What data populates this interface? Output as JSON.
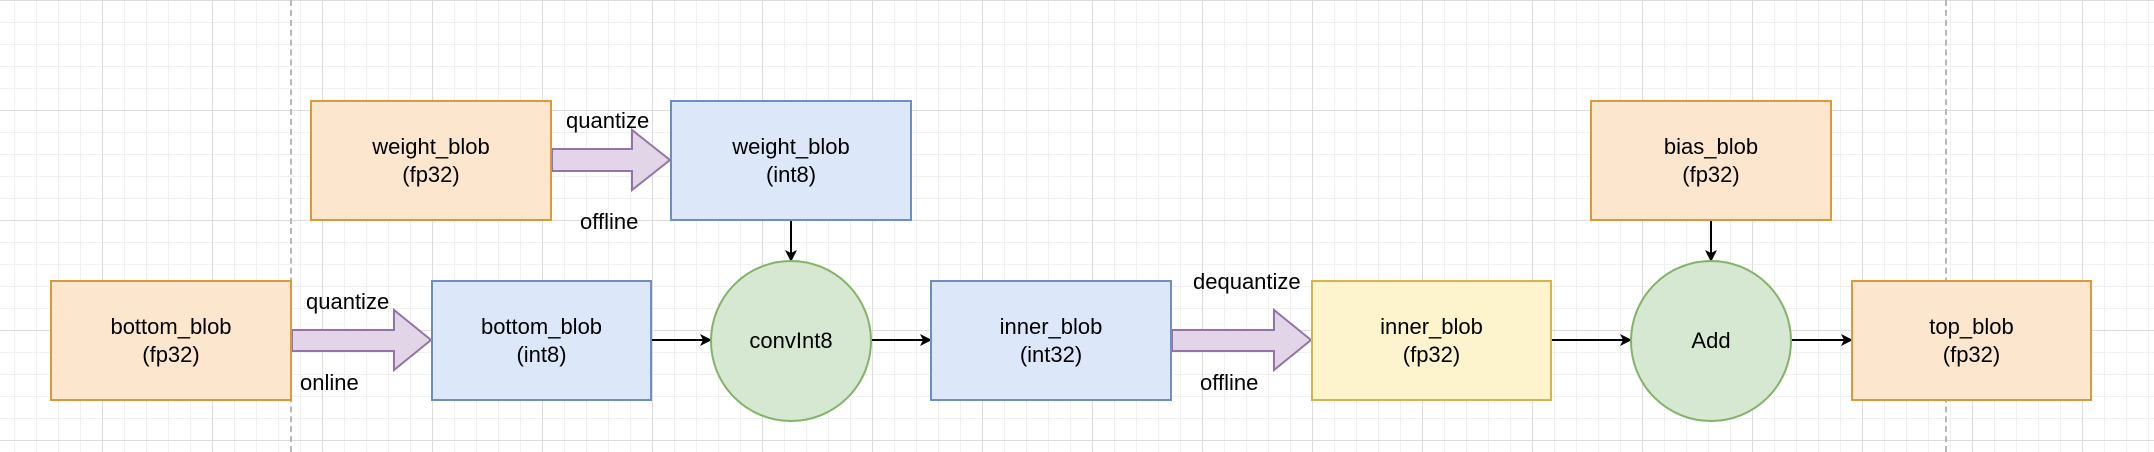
{
  "nodes": {
    "weight_fp32": {
      "name": "weight_blob",
      "type": "(fp32)"
    },
    "weight_int8": {
      "name": "weight_blob",
      "type": "(int8)"
    },
    "bottom_fp32": {
      "name": "bottom_blob",
      "type": "(fp32)"
    },
    "bottom_int8": {
      "name": "bottom_blob",
      "type": "(int8)"
    },
    "conv": {
      "name": "convInt8"
    },
    "inner_int32": {
      "name": "inner_blob",
      "type": "(int32)"
    },
    "inner_fp32": {
      "name": "inner_blob",
      "type": "(fp32)"
    },
    "bias_fp32": {
      "name": "bias_blob",
      "type": "(fp32)"
    },
    "add": {
      "name": "Add"
    },
    "top_fp32": {
      "name": "top_blob",
      "type": "(fp32)"
    }
  },
  "labels": {
    "weight_quantize": "quantize",
    "weight_offline": "offline",
    "bottom_quantize": "quantize",
    "bottom_online": "online",
    "dequantize": "dequantize",
    "dequantize_offline": "offline"
  },
  "colors": {
    "fp32_fill": "#fce6cd",
    "int_fill": "#dce8fa",
    "inner_fp32_fill": "#fdf3cc",
    "op_fill": "#d7e8d2",
    "transform_arrow_fill": "#e1d5e7"
  }
}
